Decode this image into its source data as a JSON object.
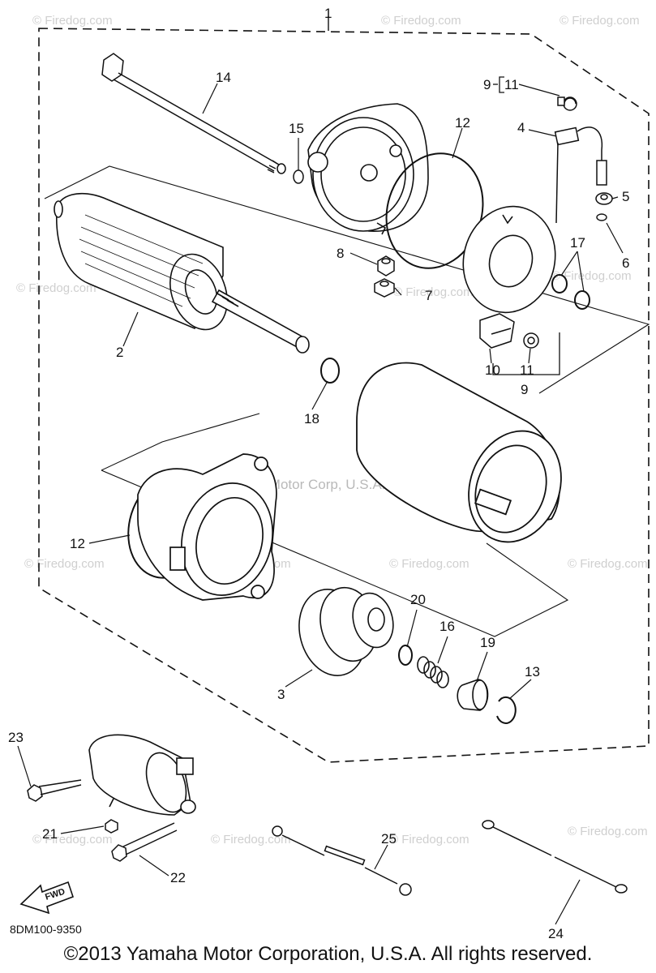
{
  "diagram": {
    "watermark_site": "© Firedog.com",
    "watermark_center": "Yamaha Motor Corp, U.S.A.",
    "fwd_label": "FWD",
    "callouts": {
      "c1": "1",
      "c2": "2",
      "c3": "3",
      "c4": "4",
      "c5": "5",
      "c6": "6",
      "c7": "7",
      "c8": "8",
      "c9a": "9",
      "c9b": "9",
      "c10": "10",
      "c11a": "11",
      "c11b": "11",
      "c12a": "12",
      "c12b": "12",
      "c13": "13",
      "c14": "14",
      "c15": "15",
      "c16": "16",
      "c17": "17",
      "c18": "18",
      "c19": "19",
      "c20": "20",
      "c21": "21",
      "c22": "22",
      "c23": "23",
      "c24": "24",
      "c25": "25"
    }
  },
  "footer": {
    "catalog_number": "8DM100-9350",
    "copyright": "©2013 Yamaha Motor Corporation, U.S.A. All rights reserved."
  }
}
